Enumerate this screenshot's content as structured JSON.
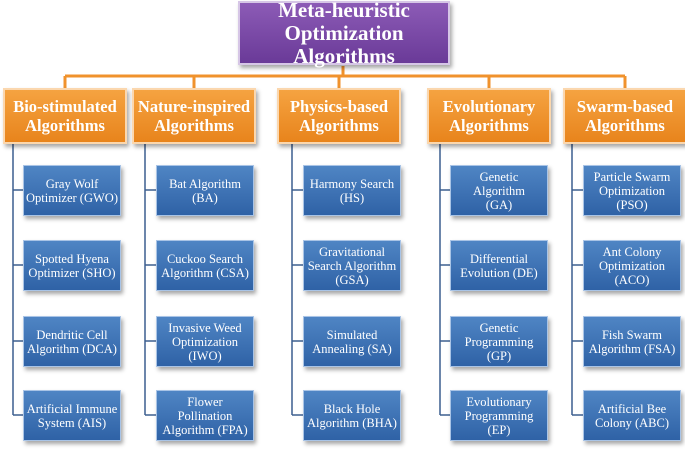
{
  "root": {
    "label": "Meta-heuristic\nOptimization Algorithms"
  },
  "categories": [
    {
      "label": "Bio-stimulated\nAlgorithms",
      "items": [
        "Gray Wolf\nOptimizer (GWO)",
        "Spotted Hyena\nOptimizer (SHO)",
        "Dendritic Cell\nAlgorithm (DCA)",
        "Artificial Immune\nSystem (AIS)"
      ]
    },
    {
      "label": "Nature-inspired\nAlgorithms",
      "items": [
        "Bat Algorithm\n(BA)",
        "Cuckoo Search\nAlgorithm (CSA)",
        "Invasive Weed\nOptimization\n(IWO)",
        "Flower Pollination\nAlgorithm (FPA)"
      ]
    },
    {
      "label": "Physics-based\nAlgorithms",
      "items": [
        "Harmony Search\n(HS)",
        "Gravitational\nSearch Algorithm\n(GSA)",
        "Simulated\nAnnealing (SA)",
        "Black Hole\nAlgorithm (BHA)"
      ]
    },
    {
      "label": "Evolutionary\nAlgorithms",
      "items": [
        "Genetic Algorithm\n(GA)",
        "Differential\nEvolution (DE)",
        "Genetic\nProgramming (GP)",
        "Evolutionary\nProgramming (EP)"
      ]
    },
    {
      "label": "Swarm-based\nAlgorithms",
      "items": [
        "Particle Swarm\nOptimization (PSO)",
        "Ant Colony\nOptimization\n(ACO)",
        "Fish Swarm\nAlgorithm (FSA)",
        "Artificial Bee\nColony (ABC)"
      ]
    }
  ],
  "colors": {
    "root": "#7b4ba8",
    "category": "#f0922c",
    "item": "#3a6fb5",
    "connector_top": "#f0922c",
    "connector_tree": "#3c5f8f"
  }
}
